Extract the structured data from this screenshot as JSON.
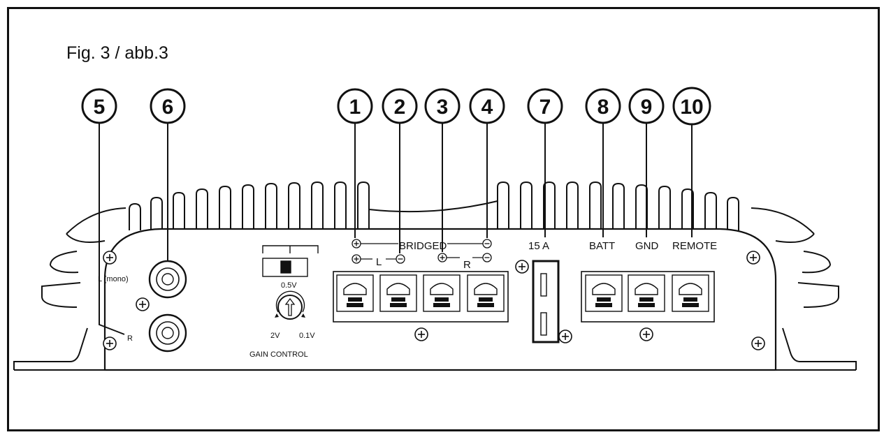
{
  "figure": {
    "title": "Fig. 3 / abb.3"
  },
  "callouts": [
    "5",
    "6",
    "1",
    "2",
    "3",
    "4",
    "7",
    "8",
    "9",
    "10"
  ],
  "labels": {
    "rca_left": "L (mono)",
    "rca_right": "R",
    "bridged": "BRIDGED",
    "left_channel": "L",
    "right_channel": "R",
    "switch_value": "0.5V",
    "gain_min": "2V",
    "gain_max": "0.1V",
    "gain_control": "GAIN  CONTROL",
    "fuse": "15 A",
    "batt": "BATT",
    "gnd": "GND",
    "remote": "REMOTE"
  }
}
